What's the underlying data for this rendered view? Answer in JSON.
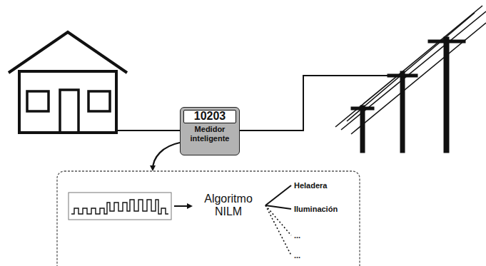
{
  "diagram": {
    "nodes": [
      {
        "text": [
          "Medidor inteligente"
        ]
      },
      {
        "text": [
          "10203"
        ],
        "in": 0
      },
      {
        "text": [
          "Algoritmo NILM"
        ]
      },
      {
        "text": [
          "Heladera"
        ]
      },
      {
        "text": [
          "Iluminación"
        ]
      },
      {
        "text": [
          "..."
        ]
      },
      {
        "text": [
          "..."
        ]
      }
    ],
    "edges": [
      {
        "from": 2,
        "to": 3,
        "arrow": "none"
      },
      {
        "from": 2,
        "to": 4,
        "arrow": "none"
      },
      {
        "from": 2,
        "to": 5,
        "arrow": "none"
      },
      {
        "from": 2,
        "to": 6,
        "arrow": "none"
      }
    ]
  }
}
